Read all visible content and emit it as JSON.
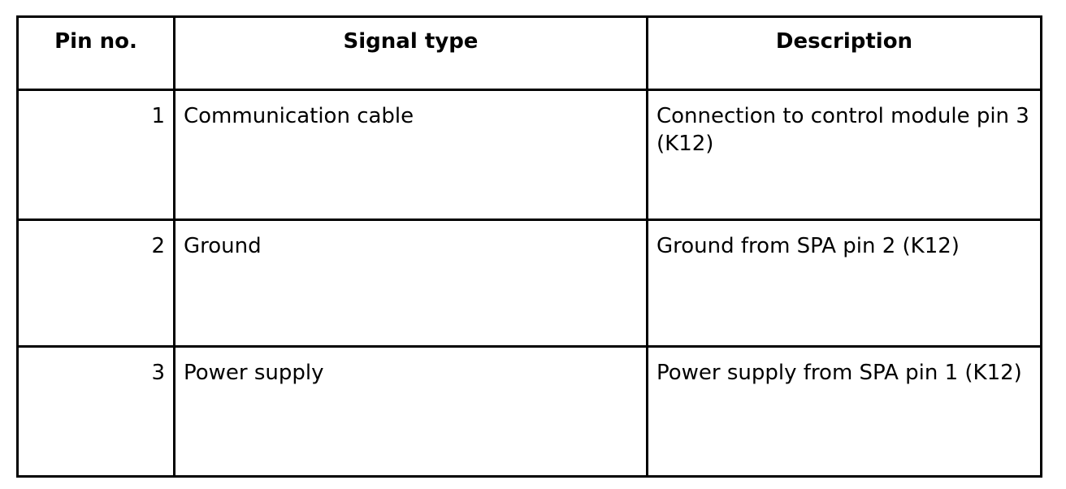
{
  "table": {
    "headers": {
      "pin": "Pin no.",
      "signal": "Signal type",
      "description": "Description"
    },
    "rows": [
      {
        "pin": "1",
        "signal": "Communication cable",
        "description": "Connection to control module pin 3 (K12)"
      },
      {
        "pin": "2",
        "signal": "Ground",
        "description": "Ground from SPA pin 2 (K12)"
      },
      {
        "pin": "3",
        "signal": "Power supply",
        "description": "Power supply from SPA pin 1 (K12)"
      }
    ]
  }
}
